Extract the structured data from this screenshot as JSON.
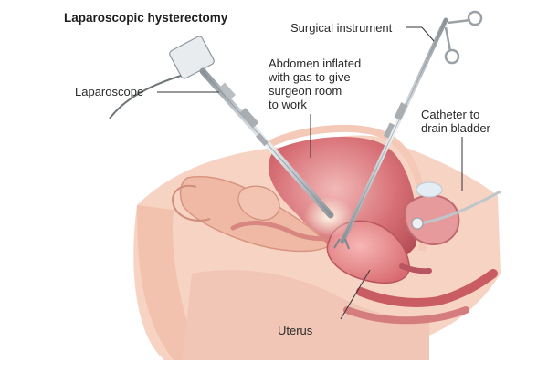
{
  "title": "Laparoscopic hysterectomy",
  "labels": {
    "surgical_instrument": "Surgical instrument",
    "laparoscope": "Laparoscope",
    "abdomen": "Abdomen inflated\nwith gas to give\nsurgeon room\nto work",
    "catheter": "Catheter to\ndrain bladder",
    "uterus": "Uterus"
  },
  "colors": {
    "skin": "#f4c7b4",
    "tissue_dark": "#c9575c",
    "cavity": "#e38e92",
    "instrument_metal": "#c7ccd0",
    "label_line": "#333333"
  }
}
